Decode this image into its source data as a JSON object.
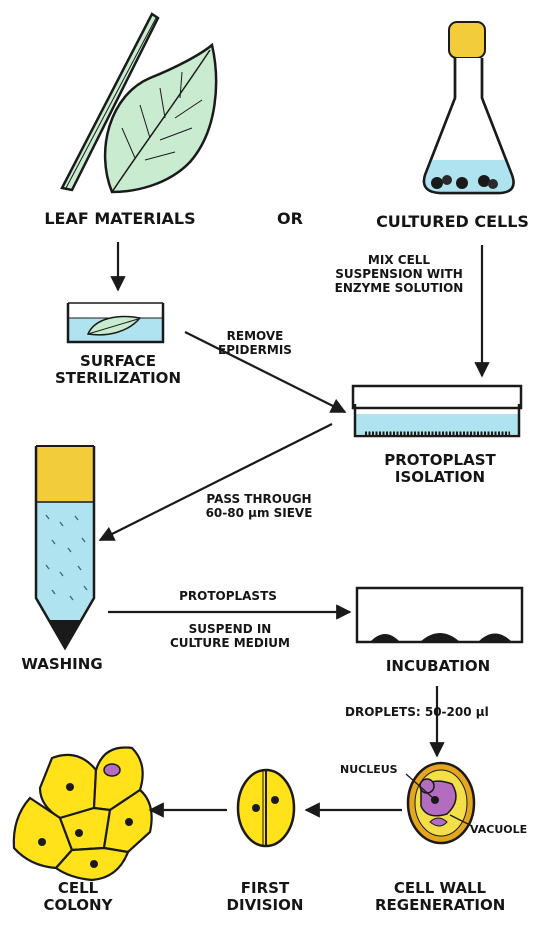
{
  "steps": {
    "leaf_materials": "LEAF MATERIALS",
    "or": "OR",
    "cultured_cells": "CULTURED CELLS",
    "surface_sterilization": "SURFACE\nSTERILIZATION",
    "protoplast_isolation": "PROTOPLAST\nISOLATION",
    "washing": "WASHING",
    "incubation": "INCUBATION",
    "cell_colony": "CELL\nCOLONY",
    "first_division": "FIRST\nDIVISION",
    "cell_wall_regeneration": "CELL WALL\nREGENERATION"
  },
  "annotations": {
    "mix_cell_suspension": "MIX CELL\nSUSPENSION WITH\nENZYME SOLUTION",
    "remove_epidermis": "REMOVE\nEPIDERMIS",
    "pass_through_sieve": "PASS THROUGH\n60-80 μm SIEVE",
    "protoplasts": "PROTOPLASTS",
    "suspend_in_medium": "SUSPEND IN\nCULTURE MEDIUM",
    "droplets": "DROPLETS: 50-200 μl",
    "nucleus": "NUCLEUS",
    "vacuole": "VACUOLE"
  },
  "colors": {
    "outline": "#1a1a1a",
    "leaf_green": "#c9ecd0",
    "liquid_blue": "#aee3ef",
    "flask_cap": "#f2cc3a",
    "cell_yellow": "#ffe21a",
    "vacuole_purple": "#b46cc0",
    "cell_orange": "#e6a51e"
  }
}
